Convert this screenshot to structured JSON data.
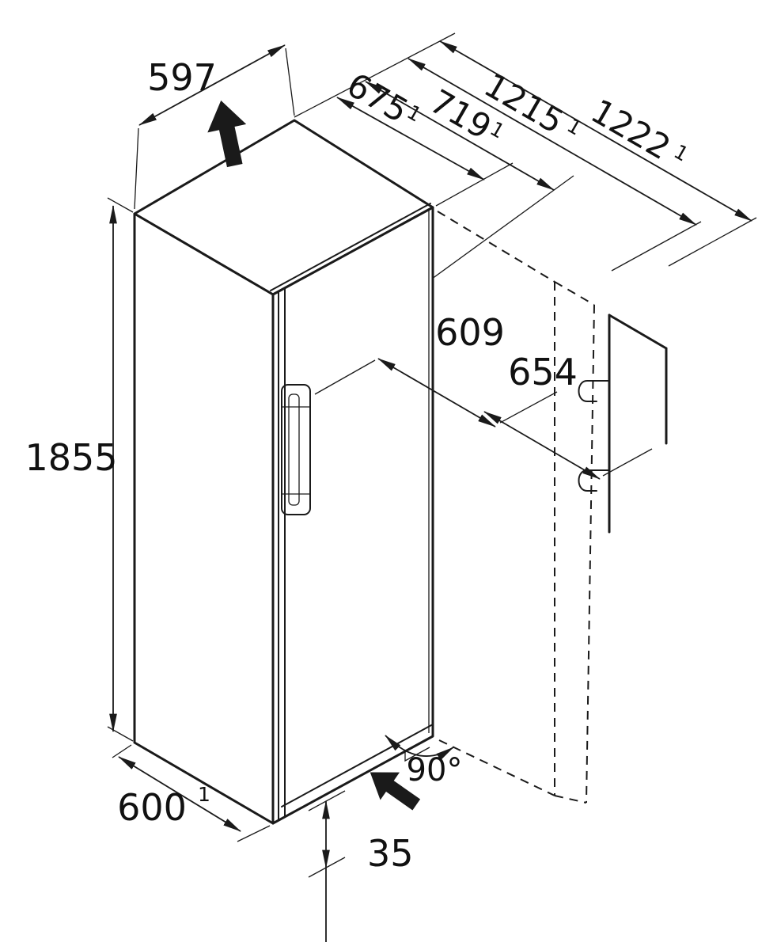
{
  "dims": {
    "width": "597",
    "height": "1855",
    "depth": "600",
    "depth_sup": "1",
    "depth_door": "675",
    "depth_door_sup": "1",
    "depth_handle": "719",
    "depth_handle_sup": "1",
    "clearance_open": "1215",
    "clearance_open_sup": "1",
    "clearance_total": "1222",
    "clearance_total_sup": "1",
    "door_swing": "609",
    "door_swing_outer": "654",
    "base_height": "35",
    "opening_angle": "90°"
  },
  "colors": {
    "line": "#1a1a1a",
    "background": "#ffffff"
  }
}
